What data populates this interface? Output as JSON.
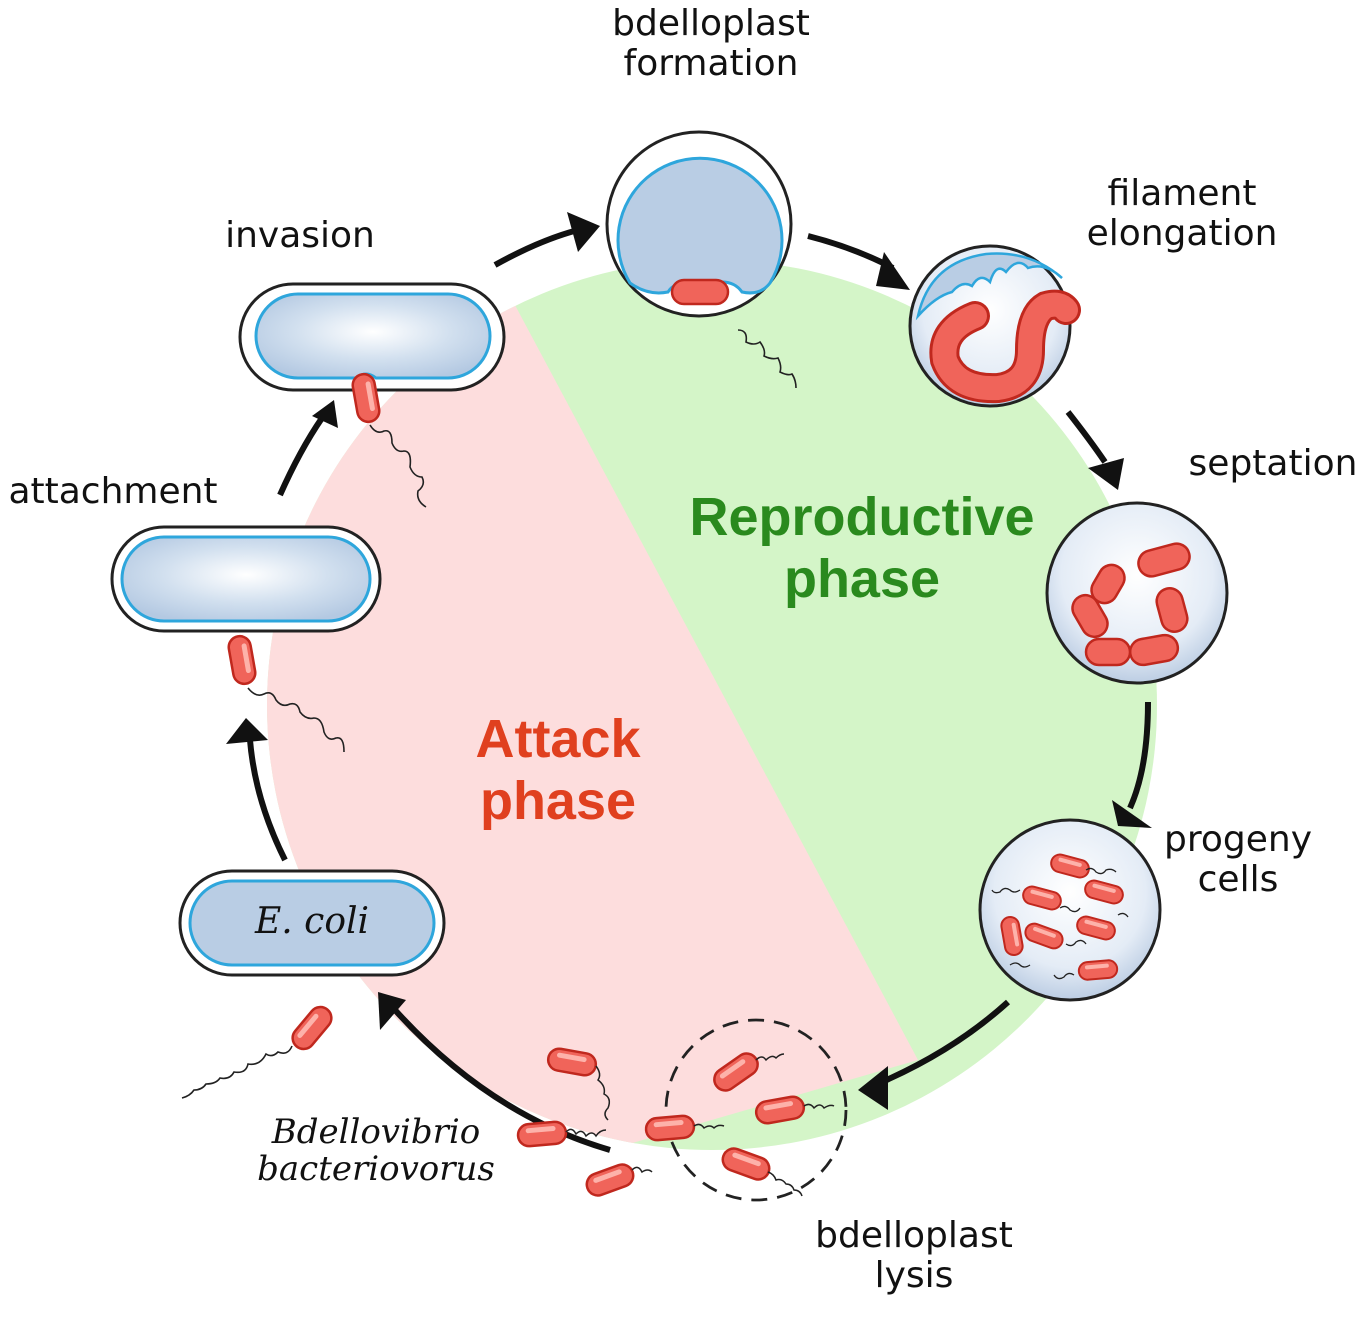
{
  "phases": {
    "attack": {
      "line1": "Attack",
      "line2": "phase",
      "color": "#e0401f",
      "fill": "#fddddd"
    },
    "reproductive": {
      "line1": "Reproductive",
      "line2": "phase",
      "color": "#2a8a1e",
      "fill": "#d4f5c8"
    }
  },
  "stages": {
    "bdelloplast_formation": {
      "line1": "bdelloplast",
      "line2": "formation"
    },
    "filament_elongation": {
      "line1": "filament",
      "line2": "elongation"
    },
    "septation": {
      "line1": "septation"
    },
    "progeny_cells": {
      "line1": "progeny",
      "line2": "cells"
    },
    "bdelloplast_lysis": {
      "line1": "bdelloplast",
      "line2": "lysis"
    },
    "invasion": {
      "line1": "invasion"
    },
    "attachment": {
      "line1": "attachment"
    }
  },
  "organisms": {
    "prey": "E. coli",
    "predator_line1": "Bdellovibrio",
    "predator_line2": "bacteriovorus"
  },
  "colors": {
    "prey_fill": "#b9cde4",
    "prey_outline": "#2ea6dc",
    "predator_fill": "#f0645a",
    "predator_outline": "#c0281e",
    "arrow": "#111111"
  }
}
